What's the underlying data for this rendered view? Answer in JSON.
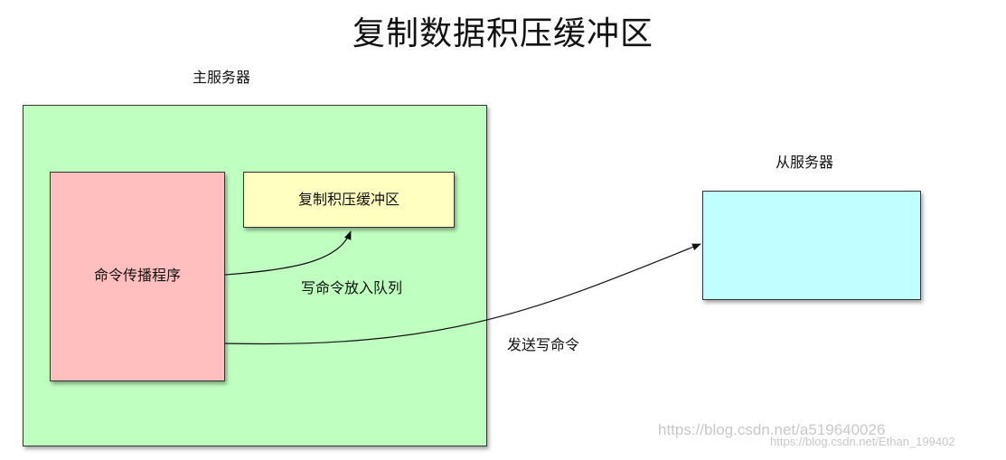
{
  "title": "复制数据积压缓冲区",
  "master": {
    "label": "主服务器",
    "fill": "#bfffc0",
    "propagator": {
      "label": "命令传播程序",
      "fill": "#ffbfbf"
    },
    "backlog": {
      "label": "复制积压缓冲区",
      "fill": "#ffffc0"
    }
  },
  "slave": {
    "label": "从服务器",
    "fill": "#c0ffff"
  },
  "edges": {
    "enqueue_label": "写命令放入队列",
    "send_label": "发送写命令"
  },
  "watermark": {
    "line1": "https://blog.csdn.net/a519640026",
    "line2": "https://blog.csdn.net/Ethan_199402"
  }
}
